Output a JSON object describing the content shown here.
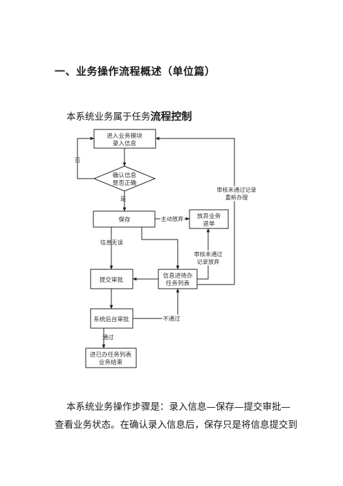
{
  "heading": "一、业务操作流程概述（单位篇）",
  "intro": {
    "prefix": "本系统业务属于任务",
    "emph": "流程控制"
  },
  "flow": {
    "nodes": {
      "enter_1": "进入业务模块",
      "enter_2": "录入信息",
      "confirm_1": "确认信息",
      "confirm_2": "是否正确",
      "save": "保存",
      "abandon_1": "放弃业务",
      "abandon_2": "退单",
      "submit": "提交审批",
      "todo_1": "信息进待办",
      "todo_2": "任务列表",
      "backend": "系统后台审批",
      "done_1": "进已办任务列表",
      "done_2": "业务结束"
    },
    "edges": {
      "no": "否",
      "yes": "是",
      "active_abandon": "主动放弃",
      "info_ok": "信息无误",
      "rejected_abandon_1": "审核未通过",
      "rejected_abandon_2": "记录放弃",
      "rejected_redo_1": "审核未通过记录",
      "rejected_redo_2": "重新办理",
      "not_passed": "不通过",
      "passed": "通过"
    }
  },
  "para1": "本系统业务操作步骤是：录入信息—保存—提交审批—",
  "para2": "查看业务状态。在确认录入信息后，保存只是将信息提交到"
}
